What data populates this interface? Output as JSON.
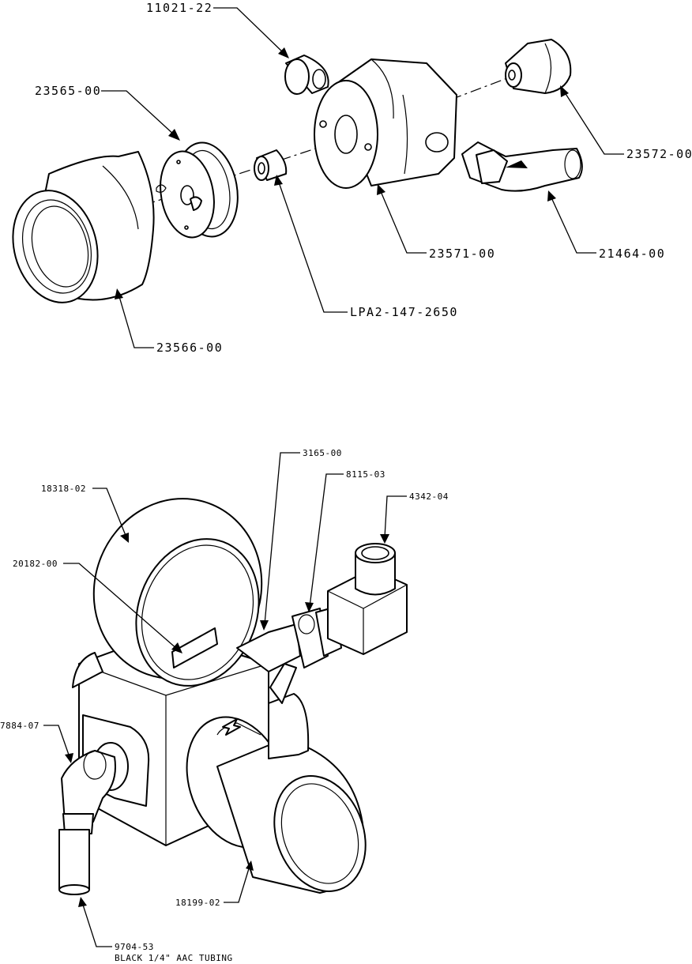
{
  "top_assembly": {
    "label_11021": "11021-22",
    "label_23565": "23565-00",
    "label_23572": "23572-00",
    "label_21464": "21464-00",
    "label_23571": "23571-00",
    "label_lpa2": "LPA2-147-2650",
    "label_23566": "23566-00"
  },
  "bottom_assembly": {
    "label_3165": "3165-00",
    "label_8115": "8115-03",
    "label_4342": "4342-04",
    "label_18318": "18318-02",
    "label_20182": "20182-00",
    "label_7884": "7884-07",
    "label_18199": "18199-02",
    "label_9704": "9704-53",
    "label_tubing": "BLACK 1/4\" AAC TUBING"
  }
}
